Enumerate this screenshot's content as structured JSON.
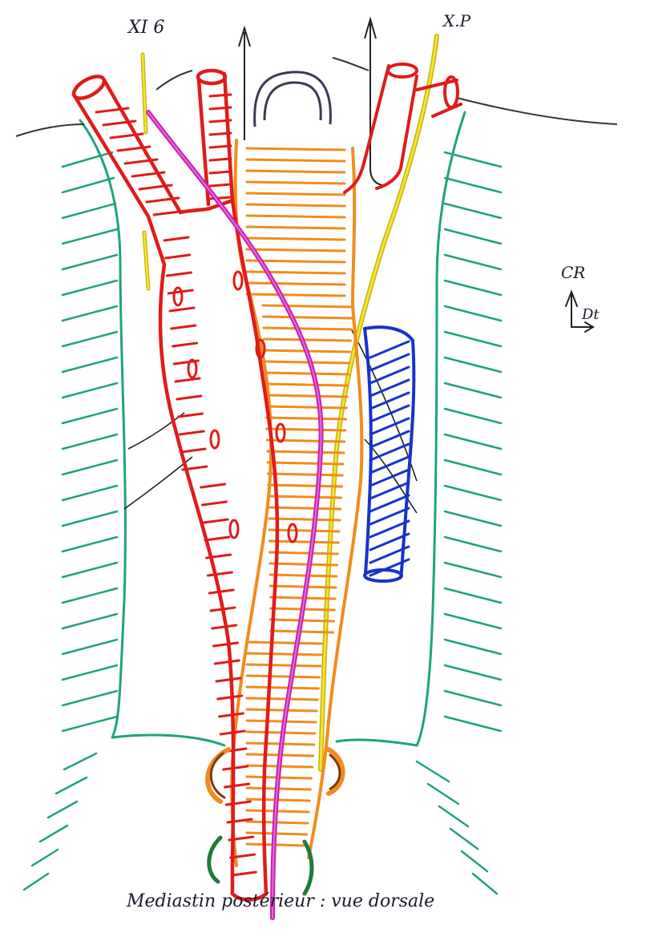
{
  "labels": {
    "nerve_left": "XI 6",
    "nerve_right": "X.P",
    "orientation_up": "CR",
    "orientation_right": "Dt",
    "caption": "Mediastin postérieur : vue dorsale"
  },
  "colors": {
    "pleura": "#1fa37a",
    "aorta": "#e01b1b",
    "esophagus": "#f08c1e",
    "azygos_vein": "#1733c9",
    "thoracic_duct": "#c81fb0",
    "vagus_nerve": "#e3d21c",
    "ink": "#222222",
    "trachea_ring": "#3a3a55",
    "diaphragm_brown": "#7a3a12",
    "diaphragm_green": "#1f7a3a"
  }
}
